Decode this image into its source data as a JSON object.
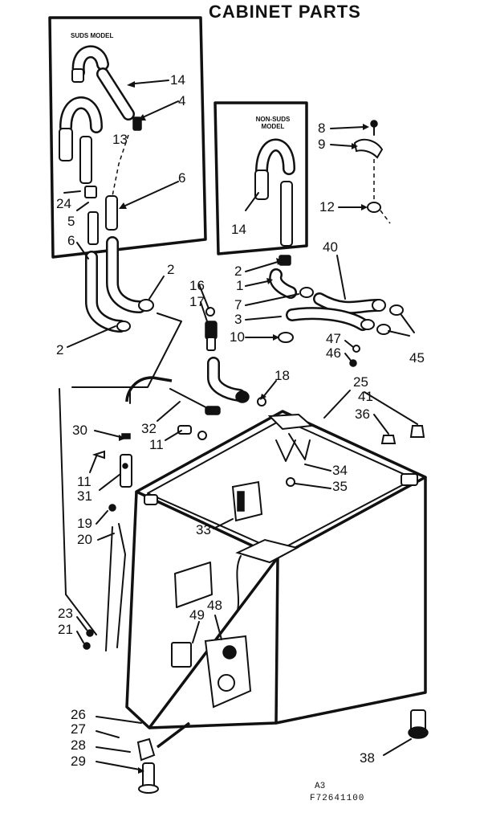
{
  "title": "CABINET PARTS",
  "panels": {
    "suds": "SUDS MODEL",
    "non_suds_line1": "NON-SUDS",
    "non_suds_line2": "MODEL"
  },
  "footer": {
    "code1": "A3",
    "code2": "F72641100"
  },
  "callouts": {
    "c14a": "14",
    "c4": "4",
    "c13": "13",
    "c6a": "6",
    "c24": "24",
    "c5": "5",
    "c6b": "6",
    "c2a": "2",
    "c2b": "2",
    "c16": "16",
    "c17": "17",
    "c8": "8",
    "c9": "9",
    "c12": "12",
    "c14b": "14",
    "c40": "40",
    "c2c": "2",
    "c1": "1",
    "c7": "7",
    "c3": "3",
    "c10": "10",
    "c47": "47",
    "c46": "46",
    "c45": "45",
    "c18": "18",
    "c25": "25",
    "c41": "41",
    "c36": "36",
    "c30": "30",
    "c32": "32",
    "c11a": "11",
    "c11b": "11",
    "c31": "31",
    "c34": "34",
    "c35": "35",
    "c19": "19",
    "c20": "20",
    "c33": "33",
    "c23": "23",
    "c21": "21",
    "c49": "49",
    "c48": "48",
    "c26": "26",
    "c27": "27",
    "c28": "28",
    "c29": "29",
    "c38": "38"
  }
}
